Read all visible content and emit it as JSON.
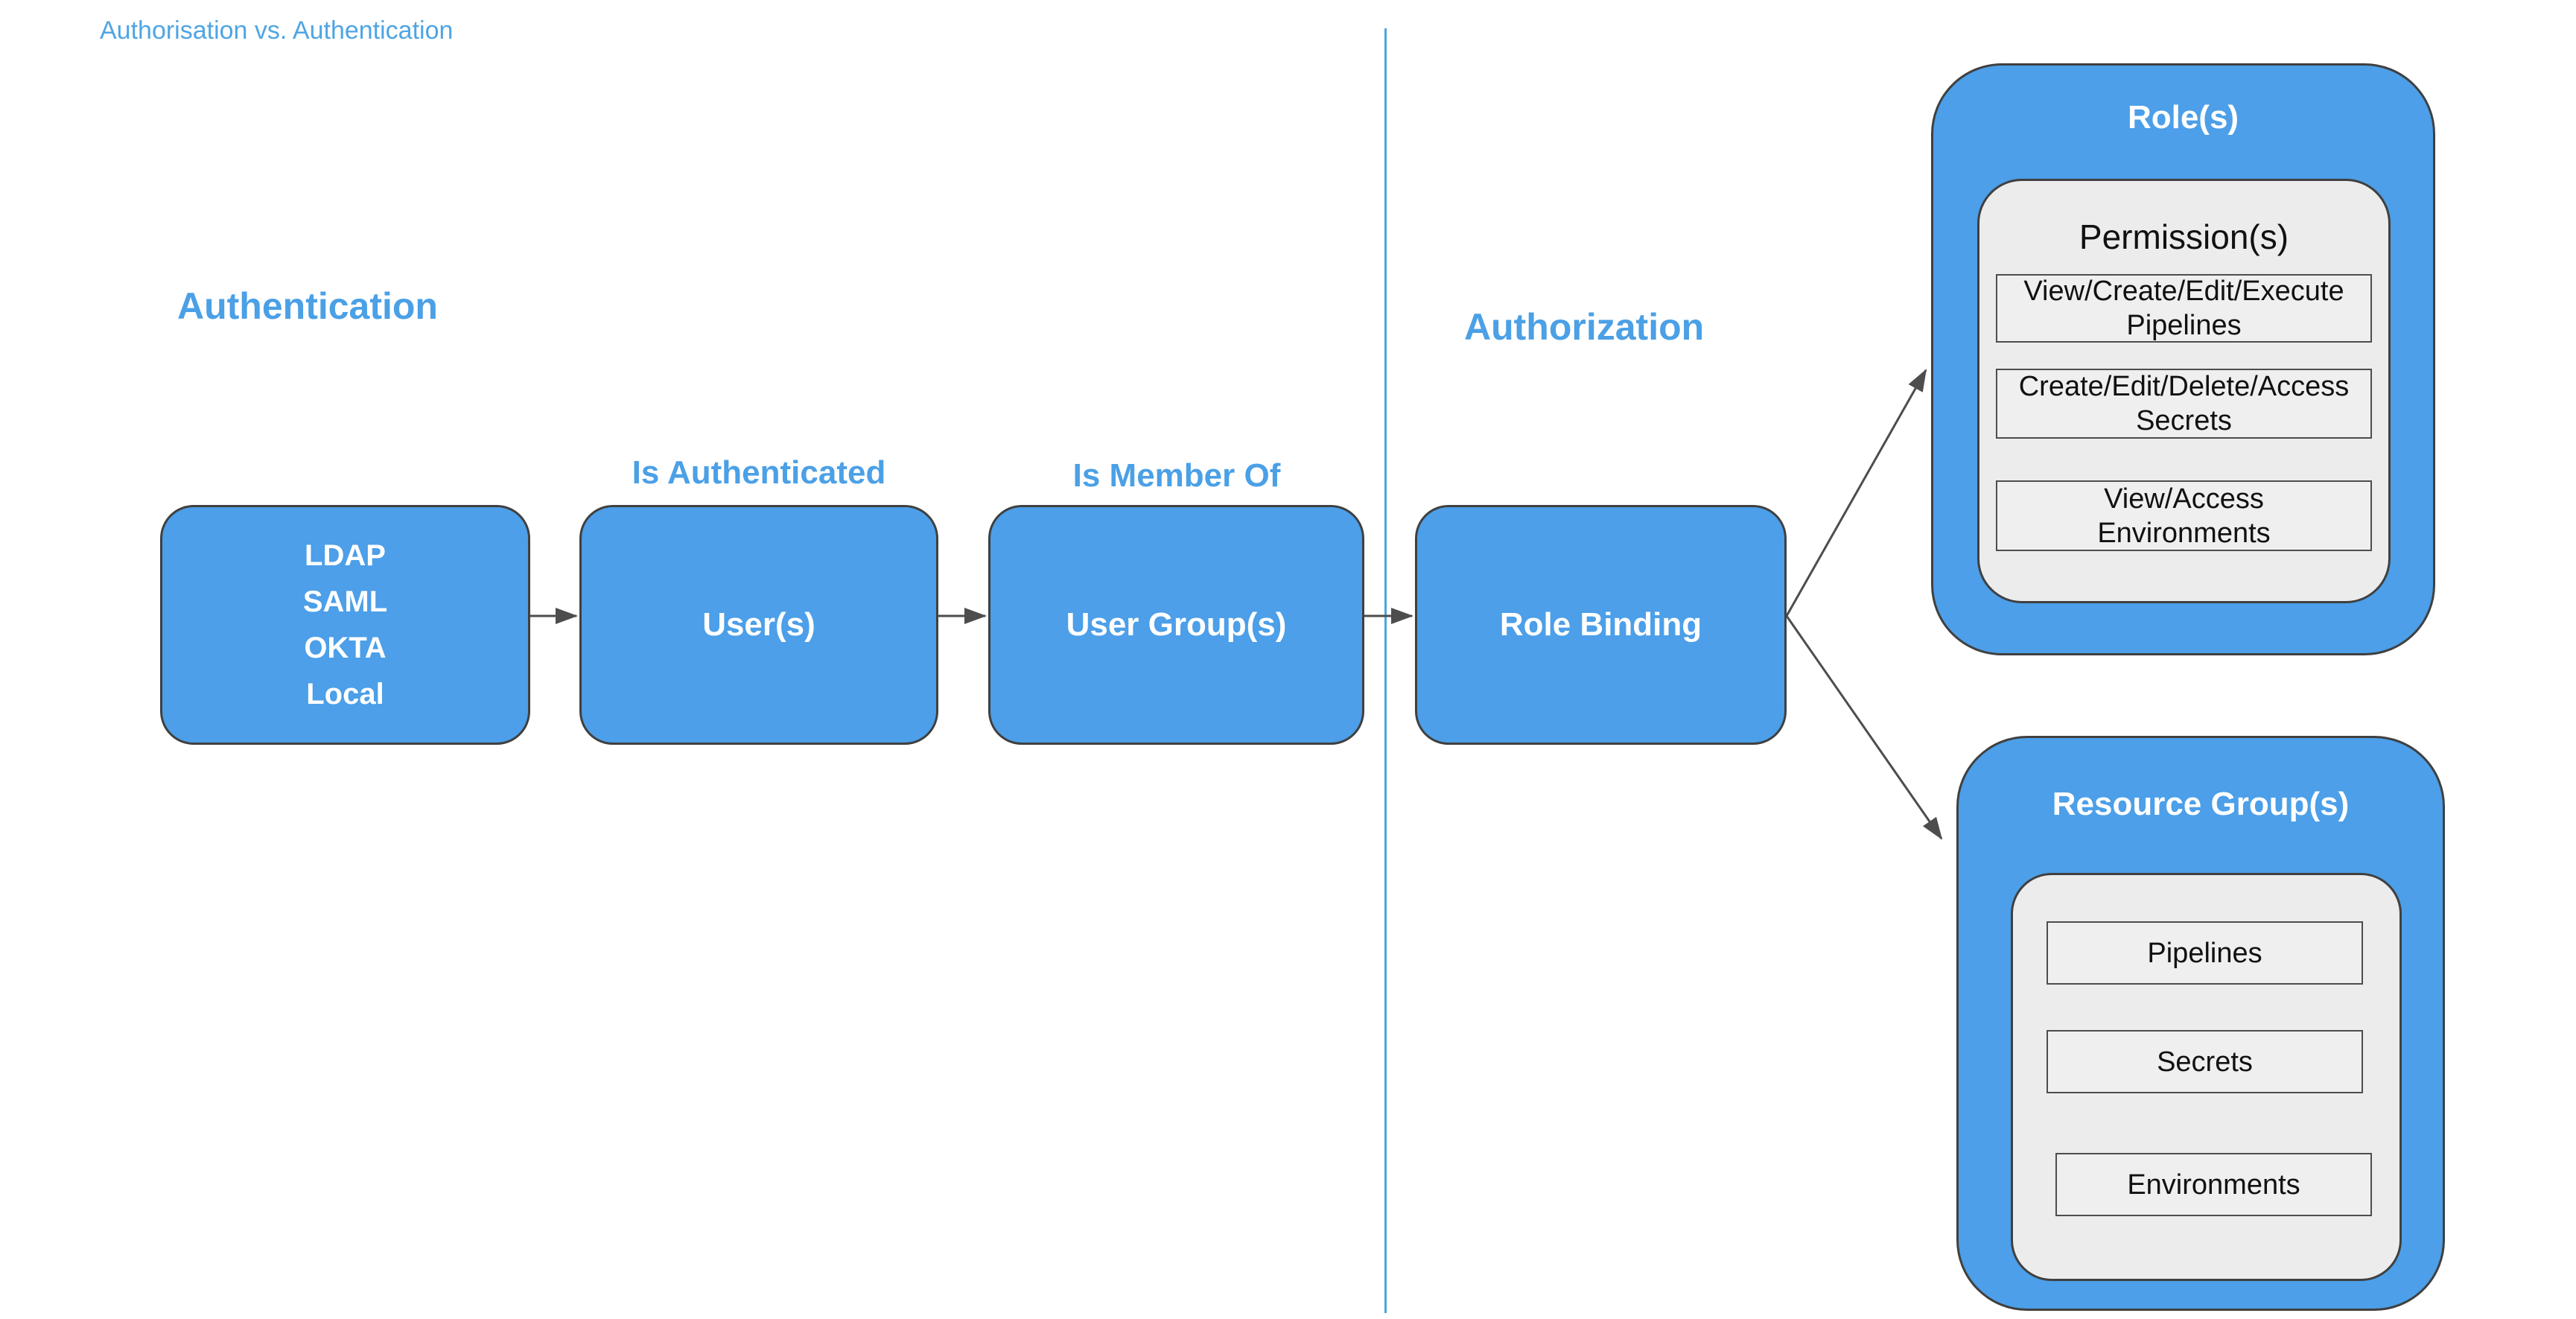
{
  "page": {
    "title": "Authorisation vs. Authentication"
  },
  "sections": {
    "authentication": {
      "heading": "Authentication"
    },
    "authorization": {
      "heading": "Authorization"
    }
  },
  "flow": {
    "boxes": [
      {
        "id": "identity-providers",
        "label": "LDAP\nSAML\nOKTA\nLocal"
      },
      {
        "id": "users",
        "label": "User(s)",
        "annotation": "Is Authenticated"
      },
      {
        "id": "user-groups",
        "label": "User Group(s)",
        "annotation": "Is Member Of"
      },
      {
        "id": "role-binding",
        "label": "Role Binding"
      }
    ]
  },
  "roles": {
    "title": "Role(s)",
    "permissions_title": "Permission(s)",
    "permissions": [
      "View/Create/Edit/Execute\nPipelines",
      "Create/Edit/Delete/Access\nSecrets",
      "View/Access\nEnvironments"
    ]
  },
  "resource_groups": {
    "title": "Resource Group(s)",
    "items": [
      "Pipelines",
      "Secrets",
      "Environments"
    ]
  },
  "colors": {
    "shape_fill": "#4C9FE8",
    "shape_border": "#404040",
    "panel_fill": "#ECECEC",
    "item_fill": "#EFEFEF",
    "blue_text": "#4BA0E6",
    "arrow": "#4D4D4D",
    "divider": "#4BA6DE"
  }
}
